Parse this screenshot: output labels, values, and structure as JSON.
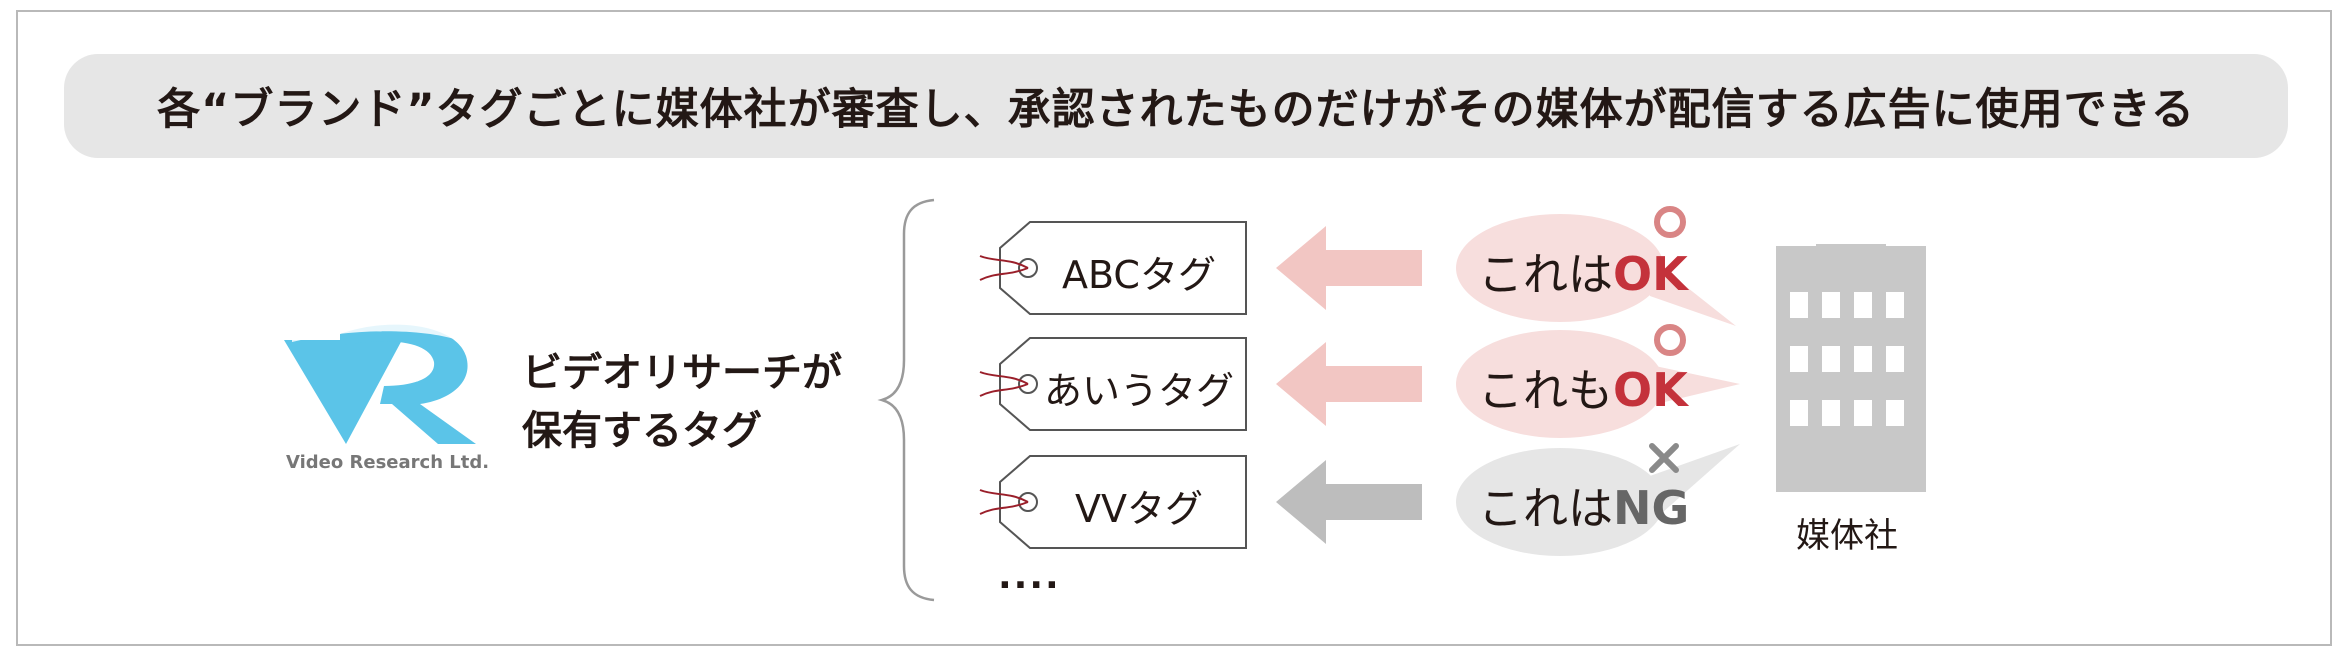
{
  "banner": {
    "text": "各“ブランド”タグごとに媒体社が審査し、承認されたものだけがその媒体が配信する広告に使用できる"
  },
  "logo": {
    "caption": "Video Research Ltd."
  },
  "owner_label": {
    "line1": "ビデオリサーチが",
    "line2": "保有するタグ"
  },
  "tags": [
    {
      "label": "ABCタグ"
    },
    {
      "label": "あいうタグ"
    },
    {
      "label": "VVタグ"
    }
  ],
  "ellipsis": "....",
  "reviews": [
    {
      "prefix": "これは",
      "result": "OK",
      "symbol": "○",
      "arrow_color": "#f2c6c3",
      "bubble_color": "#f7dedd",
      "result_color": "#c4323b"
    },
    {
      "prefix": "これも",
      "result": "OK",
      "symbol": "○",
      "arrow_color": "#f2c6c3",
      "bubble_color": "#f7dedd",
      "result_color": "#c4323b"
    },
    {
      "prefix": "これは",
      "result": "NG",
      "symbol": "×",
      "arrow_color": "#bdbdbd",
      "bubble_color": "#e6e6e6",
      "result_color": "#666666"
    }
  ],
  "media": {
    "label": "媒体社",
    "building_color": "#c8c8c8"
  },
  "colors": {
    "logo_blue": "#5bc4e8",
    "banner_bg": "#e6e6e6",
    "ok_red": "#c4323b",
    "ng_gray": "#666666",
    "tag_string": "#9a1f2a"
  }
}
